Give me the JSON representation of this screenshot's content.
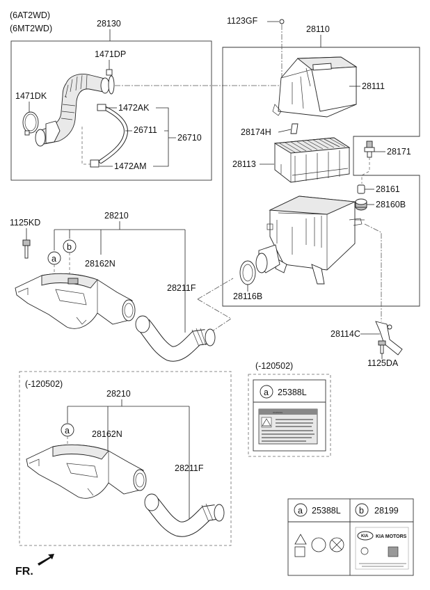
{
  "header": {
    "variant_line1": "(6AT2WD)",
    "variant_line2": "(6MT2WD)"
  },
  "labels": {
    "p28130": "28130",
    "p1471DP": "1471DP",
    "p1471DK": "1471DK",
    "p1472AK": "1472AK",
    "p26711": "26711",
    "p26710": "26710",
    "p1472AM": "1472AM",
    "p1123GF": "1123GF",
    "p28110": "28110",
    "p28111": "28111",
    "p28174H": "28174H",
    "p28113": "28113",
    "p28171": "28171",
    "p28161": "28161",
    "p28160B": "28160B",
    "p28116B": "28116B",
    "p28114C": "28114C",
    "p1125DA": "1125DA",
    "p1125KD": "1125KD",
    "p28210": "28210",
    "p28162N": "28162N",
    "p28211F": "28211F",
    "marker_a": "a",
    "marker_b": "b",
    "lower_variant": "(-120502)",
    "lower_p28210": "28210",
    "lower_p28162N": "28162N",
    "lower_p28211F": "28211F",
    "lower_marker_a": "a",
    "mid_variant": "(-120502)",
    "mid_marker_a": "a",
    "mid_part": "25388L",
    "legend_a_marker": "a",
    "legend_a_part": "25388L",
    "legend_b_marker": "b",
    "legend_b_part": "28199",
    "fr": "FR.",
    "warning_title": "WARNING",
    "kia_logo": "KIA",
    "kia_motors": "KIA MOTORS"
  }
}
